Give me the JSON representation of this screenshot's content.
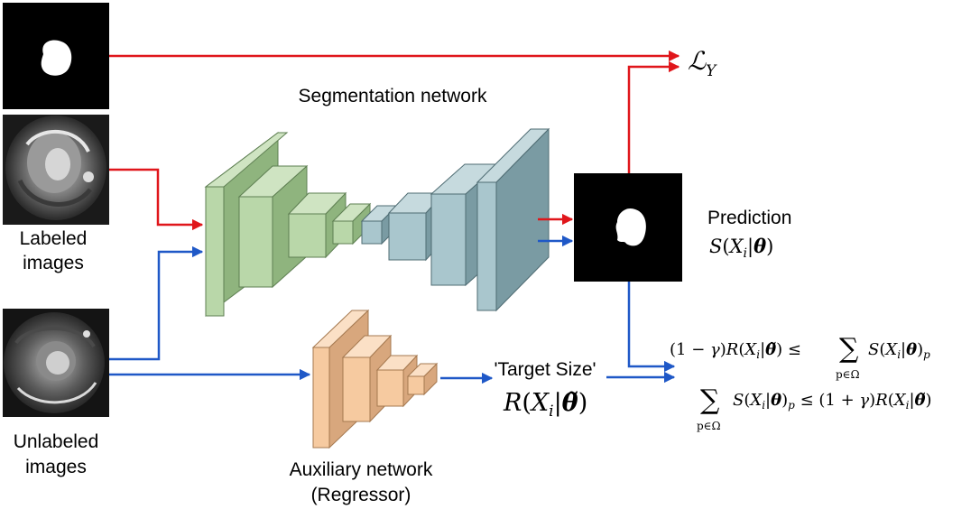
{
  "labels": {
    "segmentation": "Segmentation network",
    "labeled_line1": "Labeled",
    "labeled_line2": "images",
    "unlabeled_line1": "Unlabeled",
    "unlabeled_line2": "images",
    "auxiliary_line1": "Auxiliary network",
    "auxiliary_line2": "(Regressor)",
    "prediction": "Prediction",
    "target_size": "'Target Size'"
  },
  "math": {
    "loss": "ℒ",
    "loss_sub": "Y",
    "prediction_formula": "S(Xᵢ|θ)",
    "target_formula": "R(Xᵢ|θ̃)",
    "constraint_1": "(1 − γ)R(Xᵢ|θ̃) ≤ Σ S(Xᵢ|θ)ₚ",
    "constraint_2": "Σ S(Xᵢ|θ)ₚ ≤ (1 + γ)R(Xᵢ|θ̃)",
    "sum_index": "p∈Ω"
  },
  "colors": {
    "labeled_arrow": "#e0161b",
    "unlabeled_arrow": "#1f58c7",
    "encoder_face": "#b9d7a9",
    "encoder_side": "#8fb47e",
    "decoder_face": "#a9c6cd",
    "decoder_side": "#7a9ba3",
    "aux_face": "#f6caa0",
    "aux_side": "#d8a77d"
  }
}
